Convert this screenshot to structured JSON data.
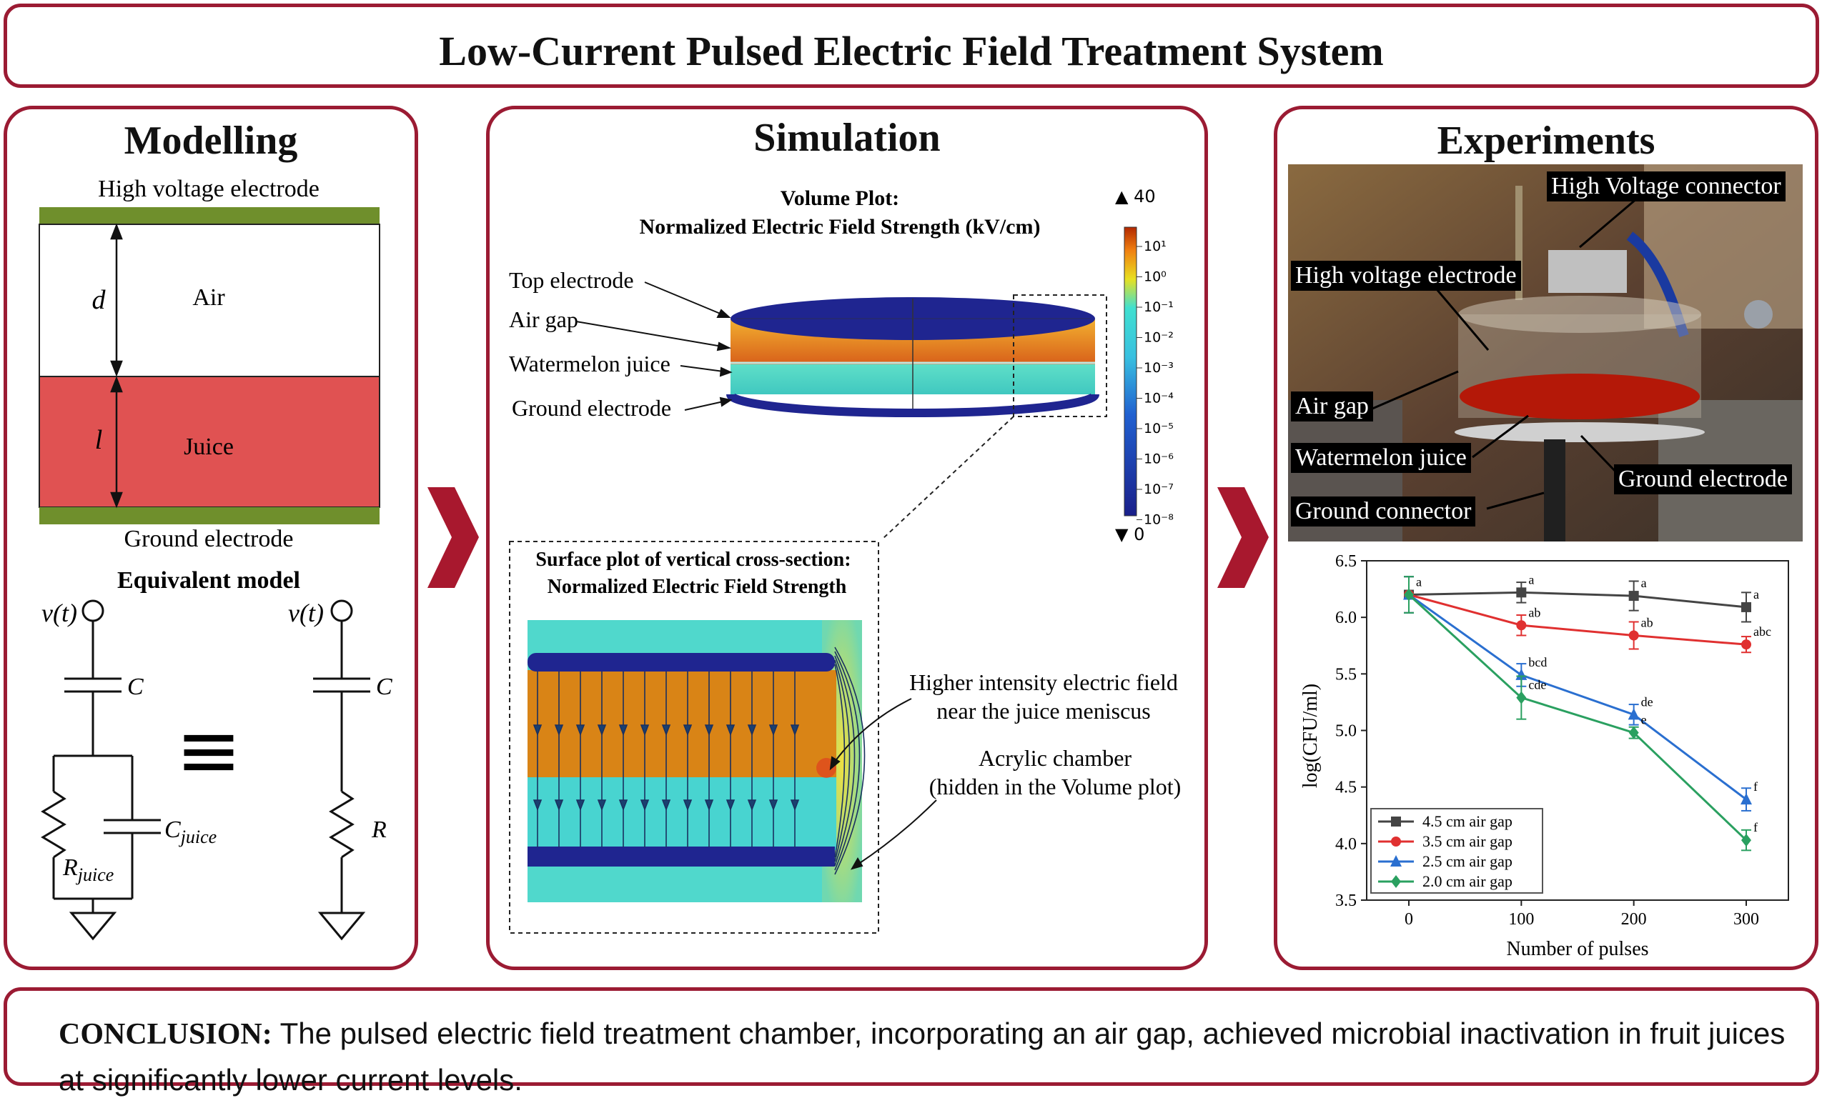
{
  "title": "Low-Current Pulsed Electric Field Treatment System",
  "modelling": {
    "heading": "Modelling",
    "hv_electrode": "High voltage electrode",
    "d": "d",
    "air": "Air",
    "l": "l",
    "juice": "Juice",
    "ground_electrode": "Ground electrode",
    "equivalent_model": "Equivalent model",
    "vt_left": "v(t)",
    "vt_right": "v(t)",
    "c_left": "C",
    "c_right": "C",
    "c_juice_main": "C",
    "c_juice_sub": "juice",
    "r_juice_main": "R",
    "r_juice_sub": "juice",
    "r_right": "R",
    "equiv_symbol": "≡",
    "colors": {
      "electrode": "#6f8f2c",
      "juice": "#e05252",
      "border": "#9b1b33"
    }
  },
  "simulation": {
    "heading": "Simulation",
    "volume_title_1": "Volume Plot:",
    "volume_title_2": "Normalized Electric Field Strength (kV/cm)",
    "labels": [
      "Top electrode",
      "Air gap",
      "Watermelon juice",
      "Ground electrode"
    ],
    "colorbar_max": "▲ 40",
    "colorbar_min": "▼ 0",
    "colorbar_ticks": [
      "10¹",
      "10⁰",
      "10⁻¹",
      "10⁻²",
      "10⁻³",
      "10⁻⁴",
      "10⁻⁵",
      "10⁻⁶",
      "10⁻⁷",
      "10⁻⁸"
    ],
    "surface_title_1": "Surface plot of vertical cross-section:",
    "surface_title_2": "Normalized Electric Field Strength",
    "annot_1a": "Higher intensity electric field",
    "annot_1b": "near the juice meniscus",
    "annot_2a": "Acrylic chamber",
    "annot_2b": "(hidden in the Volume plot)"
  },
  "experiments": {
    "heading": "Experiments",
    "photo_labels": [
      "High Voltage connector",
      "High voltage electrode",
      "Air gap",
      "Watermelon juice",
      "Ground electrode",
      "Ground connector"
    ]
  },
  "chart_data": {
    "type": "line",
    "xlabel": "Number of pulses",
    "ylabel": "log(CFU/ml)",
    "x": [
      0,
      100,
      200,
      300
    ],
    "xticks": [
      "0",
      "100",
      "200",
      "300"
    ],
    "ylim": [
      3.5,
      6.5
    ],
    "yticks": [
      "3.5",
      "4.0",
      "4.5",
      "5.0",
      "5.5",
      "6.0",
      "6.5"
    ],
    "legend_position": "bottom-left",
    "series": [
      {
        "name": "4.5 cm air gap",
        "color": "#444444",
        "marker": "square",
        "values": [
          6.2,
          6.22,
          6.19,
          6.09
        ],
        "errors": [
          0.16,
          0.09,
          0.13,
          0.13
        ],
        "letters": [
          "a",
          "a",
          "a",
          "a"
        ]
      },
      {
        "name": "3.5 cm air gap",
        "color": "#e03030",
        "marker": "circle",
        "values": [
          6.2,
          5.93,
          5.84,
          5.76
        ],
        "errors": [
          0.16,
          0.09,
          0.12,
          0.07
        ],
        "letters": [
          "",
          "ab",
          "ab",
          "abc"
        ]
      },
      {
        "name": "2.5 cm air gap",
        "color": "#2a6fd0",
        "marker": "triangle",
        "values": [
          6.2,
          5.49,
          5.14,
          4.39
        ],
        "errors": [
          0.16,
          0.1,
          0.09,
          0.1
        ],
        "letters": [
          "",
          "bcd",
          "de",
          "f"
        ]
      },
      {
        "name": "2.0 cm air gap",
        "color": "#2aa060",
        "marker": "diamond",
        "values": [
          6.2,
          5.29,
          4.98,
          4.03
        ],
        "errors": [
          0.16,
          0.19,
          0.05,
          0.09
        ],
        "letters": [
          "",
          "cde",
          "e",
          "f"
        ]
      }
    ]
  },
  "conclusion": {
    "head": "CONCLUSION:",
    "body": " The pulsed electric field treatment chamber, incorporating an air gap, achieved microbial inactivation in fruit juices at significantly lower current levels."
  }
}
